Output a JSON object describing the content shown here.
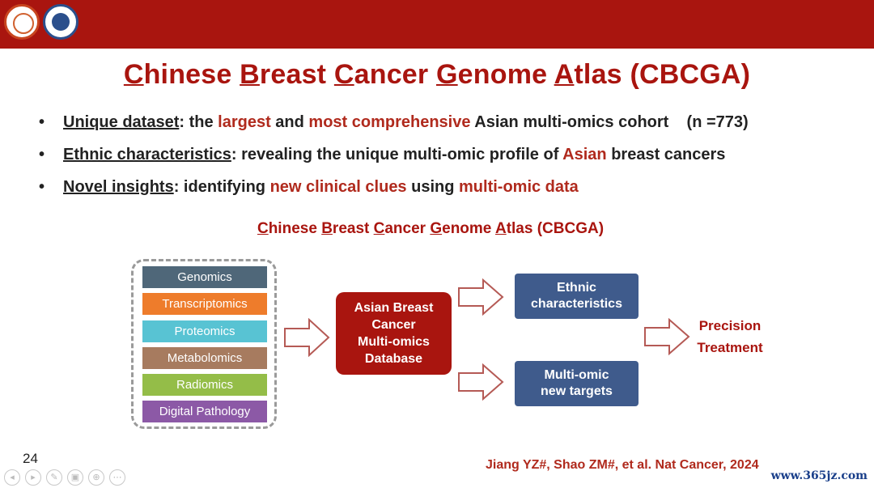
{
  "title": {
    "parts": [
      "C",
      "hinese ",
      "B",
      "reast ",
      "C",
      "ancer ",
      "G",
      "enome ",
      "A",
      "tlas (CBCGA)"
    ]
  },
  "bullets": [
    {
      "dot": "•",
      "key": "Unique dataset",
      "segments": [
        ": the ",
        "largest",
        " and ",
        "most comprehensive",
        " Asian multi-omics cohort    (n =773)"
      ]
    },
    {
      "dot": "•",
      "key": "Ethnic characteristics",
      "segments": [
        ": revealing the unique multi-omic profile of ",
        "Asian",
        " breast cancers"
      ]
    },
    {
      "dot": "•",
      "key": "Novel insights",
      "segments": [
        ": identifying ",
        "new clinical clues",
        " using ",
        "multi-omic data"
      ]
    }
  ],
  "diagram": {
    "subtitle_parts": [
      "C",
      "hinese ",
      "B",
      "reast ",
      "C",
      "ancer ",
      "G",
      "enome ",
      "A",
      "tlas (CBCGA)"
    ],
    "omics": [
      {
        "label": "Genomics",
        "color": "#4f6779"
      },
      {
        "label": "Transcriptomics",
        "color": "#ee7c2b"
      },
      {
        "label": "Proteomics",
        "color": "#58c3d3"
      },
      {
        "label": "Metabolomics",
        "color": "#a77b5f"
      },
      {
        "label": "Radiomics",
        "color": "#94bd48"
      },
      {
        "label": "Digital Pathology",
        "color": "#8c59a6"
      }
    ],
    "database_lines": [
      "Asian Breast",
      "Cancer",
      "Multi-omics",
      "Database"
    ],
    "ethnic_lines": [
      "Ethnic",
      "characteristics"
    ],
    "targets_lines": [
      "Multi-omic",
      "new targets"
    ],
    "precision_lines": [
      "Precision",
      "Treatment"
    ]
  },
  "footer": {
    "slide_number": "24",
    "citation": "Jiang YZ#, Shao ZM#, et al. Nat Cancer, 2024",
    "watermark": "www.365jz.com",
    "toolbar_icons": [
      "prev-icon",
      "next-icon",
      "pen-icon",
      "slides-icon",
      "zoom-icon",
      "more-icon"
    ],
    "toolbar_glyphs": [
      "◂",
      "▸",
      "✎",
      "▣",
      "⊕",
      "⋯"
    ]
  },
  "colors": {
    "brand_red": "#a9150f",
    "accent_red": "#b02a1d",
    "box_blue": "#3f5b8c"
  }
}
